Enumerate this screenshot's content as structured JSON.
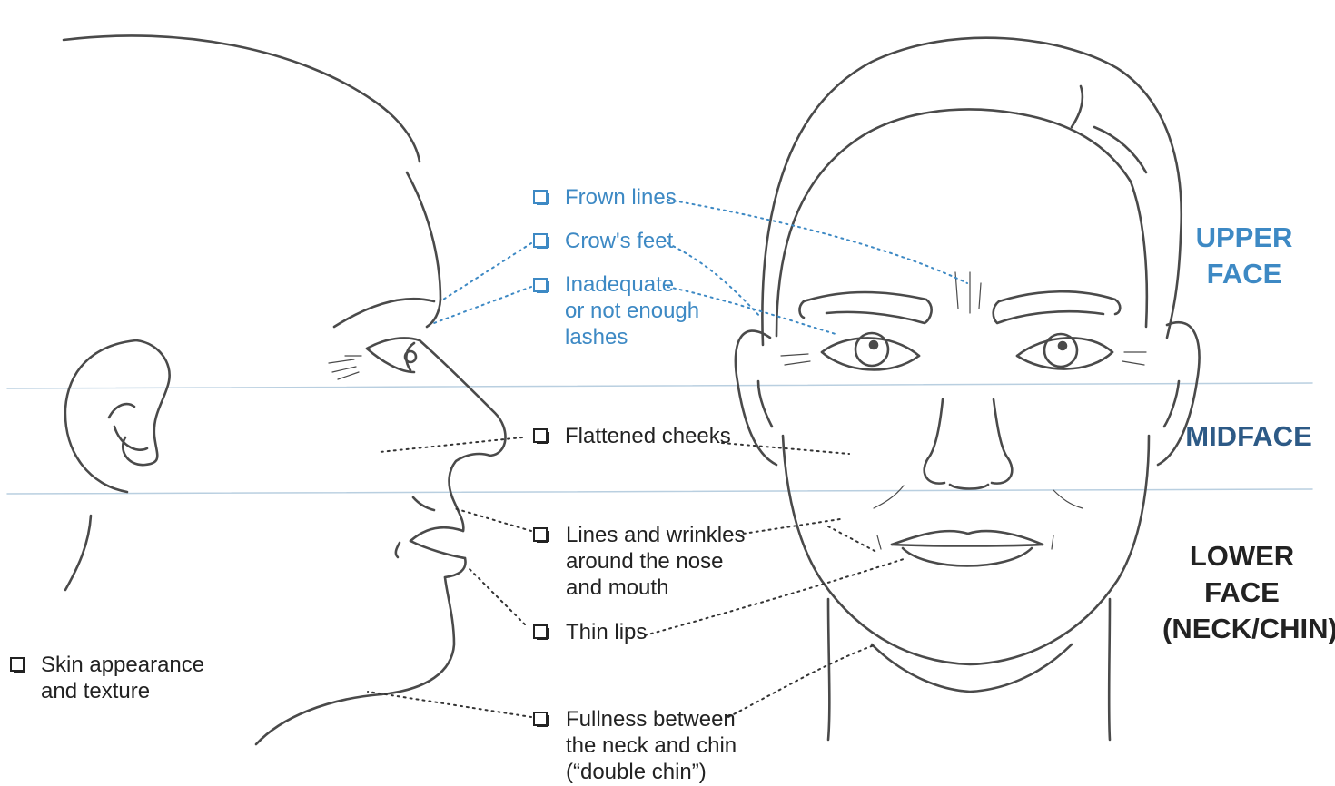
{
  "colors": {
    "line_art": "#4a4a4a",
    "upper_text": "#3d89c4",
    "dark_text": "#222222",
    "mid_zone": "#2d5a86",
    "guide": "#b9cfe0",
    "dots_blue": "#3d89c4",
    "dots_dark": "#333333"
  },
  "labels": {
    "frown_lines": "Frown lines",
    "crows_feet": "Crow's feet",
    "lashes": "Inadequate\nor not enough\nlashes",
    "flattened_cheeks": "Flattened cheeks",
    "nose_mouth": "Lines and wrinkles\naround the nose\nand mouth",
    "thin_lips": "Thin lips",
    "double_chin": "Fullness between\nthe neck and chin\n(“double chin”)",
    "skin": "Skin appearance\nand texture"
  },
  "zones": {
    "upper": "UPPER\nFACE",
    "mid": "MIDFACE",
    "lower": "LOWER\nFACE\n(NECK/CHIN)"
  }
}
